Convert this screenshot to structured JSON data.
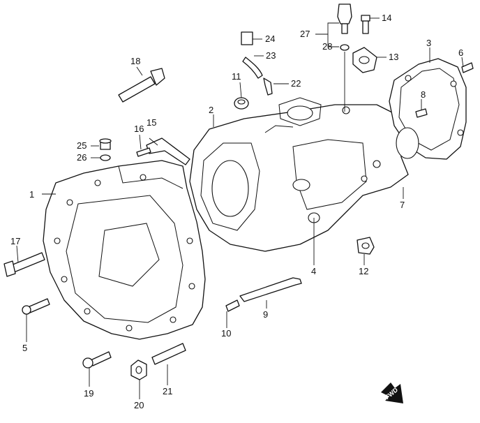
{
  "diagram": {
    "callouts": [
      {
        "id": "1",
        "label": "1"
      },
      {
        "id": "2",
        "label": "2"
      },
      {
        "id": "3",
        "label": "3"
      },
      {
        "id": "4",
        "label": "4"
      },
      {
        "id": "5",
        "label": "5"
      },
      {
        "id": "6",
        "label": "6"
      },
      {
        "id": "7",
        "label": "7"
      },
      {
        "id": "8",
        "label": "8"
      },
      {
        "id": "9",
        "label": "9"
      },
      {
        "id": "10",
        "label": "10"
      },
      {
        "id": "11",
        "label": "11"
      },
      {
        "id": "12",
        "label": "12"
      },
      {
        "id": "13",
        "label": "13"
      },
      {
        "id": "14",
        "label": "14"
      },
      {
        "id": "15",
        "label": "15"
      },
      {
        "id": "16",
        "label": "16"
      },
      {
        "id": "17",
        "label": "17"
      },
      {
        "id": "18",
        "label": "18"
      },
      {
        "id": "19",
        "label": "19"
      },
      {
        "id": "20",
        "label": "20"
      },
      {
        "id": "21",
        "label": "21"
      },
      {
        "id": "22",
        "label": "22"
      },
      {
        "id": "23",
        "label": "23"
      },
      {
        "id": "24",
        "label": "24"
      },
      {
        "id": "25",
        "label": "25"
      },
      {
        "id": "26",
        "label": "26"
      },
      {
        "id": "27",
        "label": "27"
      },
      {
        "id": "28",
        "label": "28"
      }
    ],
    "direction_badge": "FWD"
  }
}
